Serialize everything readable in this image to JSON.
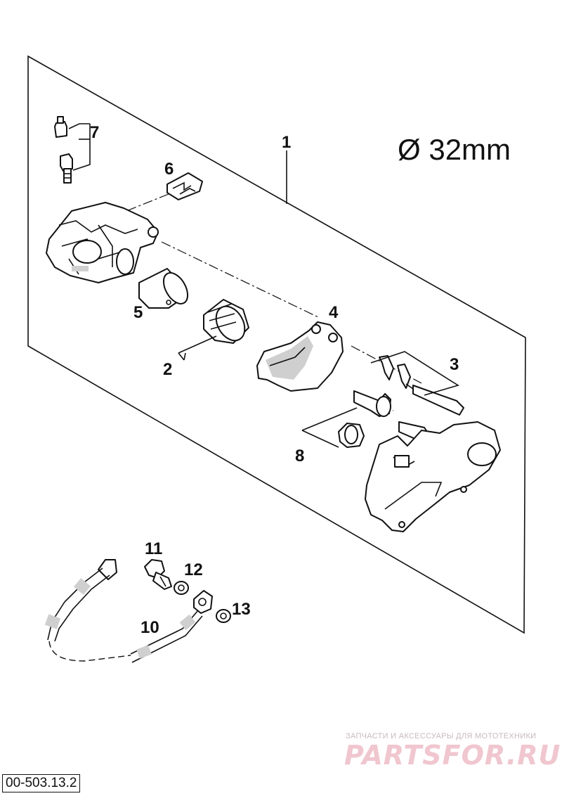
{
  "diagram": {
    "spec_label": "Ø 32mm",
    "callouts": [
      "1",
      "2",
      "3",
      "4",
      "5",
      "6",
      "7",
      "8",
      "10",
      "11",
      "12",
      "13"
    ],
    "drawing_code": "00-503.13.2"
  },
  "watermark": {
    "caption": "ЗАПЧАСТИ И АКСЕССУАРЫ ДЛЯ МОТОТЕХНИКИ",
    "logo": "PARTSFOR.RU"
  }
}
